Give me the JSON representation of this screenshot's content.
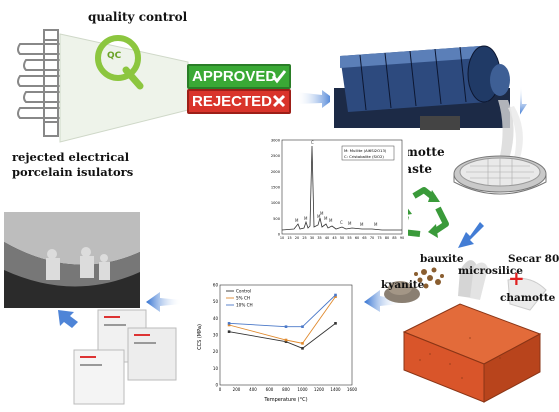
{
  "labels": {
    "quality_control": "quality control",
    "qc_badge": "QC",
    "qc_letter": "Q",
    "approved": "APPROVED",
    "rejected": "REJECTED",
    "rejected_line1": "rejected electrical",
    "rejected_line2": "porcelain isulators",
    "chamotte_line1": "chamotte",
    "chamotte_line2": "waste",
    "bauxite": "bauxite",
    "microsilice": "microsilice",
    "kyanite": "kyanite",
    "secar": "Secar 80",
    "plus_chamotte": "chamotte",
    "plus": "+"
  },
  "colors": {
    "approved_green": "#3aa935",
    "rejected_red": "#d9342b",
    "arrow_blue": "#2f6fd0",
    "qc_green": "#8cc63f",
    "recycle_green": "#3a9a3a",
    "brick": "#d9552a"
  },
  "icons": {
    "check": "check-icon",
    "cross": "cross-icon",
    "recycle": "recycle-icon"
  },
  "xrd": {
    "legend": [
      "M: Mullite (Al6Si2O13)",
      "C: Cristobalite (SiO2)"
    ],
    "peak_letters": [
      "M",
      "M",
      "C",
      "M",
      "M",
      "M",
      "M",
      "C",
      "M",
      "M",
      "M"
    ],
    "y_ticks": [
      "3000",
      "2500",
      "2000",
      "1500",
      "1000",
      "500",
      "0"
    ],
    "x_ticks": [
      "10",
      "15",
      "20",
      "25",
      "30",
      "35",
      "40",
      "45",
      "50",
      "55",
      "60",
      "65",
      "70",
      "75",
      "80",
      "85",
      "90"
    ]
  },
  "chart_data": {
    "type": "line",
    "ylabel": "CCS (MPa)",
    "xlabel": "Temperature (°C)",
    "xlim": [
      0,
      1600
    ],
    "ylim": [
      0,
      60
    ],
    "x_ticks": [
      0,
      200,
      400,
      600,
      800,
      1000,
      1200,
      1400,
      1600
    ],
    "y_ticks": [
      0,
      10,
      20,
      30,
      40,
      50,
      60
    ],
    "x": [
      110,
      800,
      1000,
      1400
    ],
    "series": [
      {
        "name": "Control",
        "values": [
          32,
          26,
          22,
          37
        ],
        "color": "#333333"
      },
      {
        "name": "5% CH",
        "values": [
          36,
          27,
          25,
          53
        ],
        "color": "#e08a2e"
      },
      {
        "name": "10% CH",
        "values": [
          37,
          35,
          35,
          54
        ],
        "color": "#4a78c8"
      }
    ],
    "legend": "top-left"
  }
}
